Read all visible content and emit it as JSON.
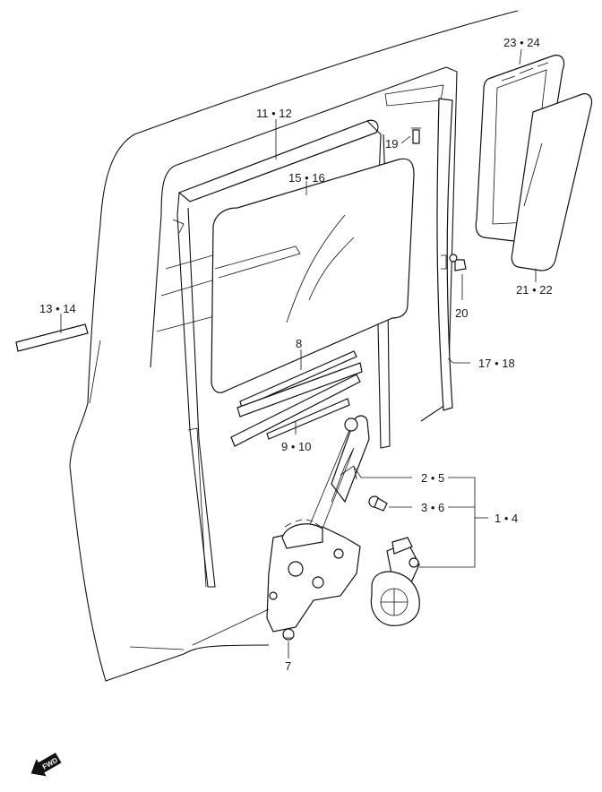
{
  "callouts": {
    "l_23_24": "23 • 24",
    "l_11_12": "11 • 12",
    "l_19": "19",
    "l_15_16": "15 • 16",
    "l_20": "20",
    "l_13_14": "13 • 14",
    "l_21_22": "21 • 22",
    "l_8": "8",
    "l_17_18": "17 • 18",
    "l_9_10": "9 • 10",
    "l_2_5": "2 • 5",
    "l_3_6": "3 • 6",
    "l_1_4": "1 • 4",
    "l_7": "7"
  },
  "fwd_badge": "FWD"
}
